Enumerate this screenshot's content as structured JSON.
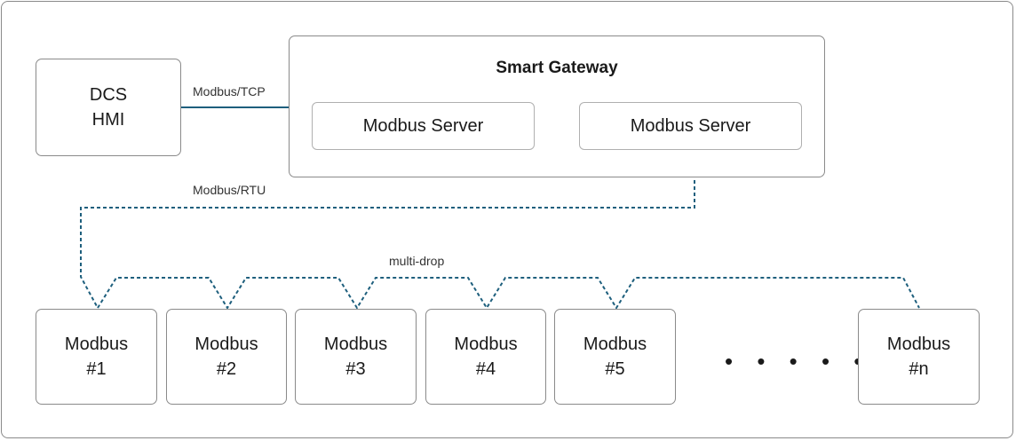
{
  "colors": {
    "accent": "#1e5f7d",
    "border": "#8a8a8a"
  },
  "dcs_hmi": {
    "line1": "DCS",
    "line2": "HMI"
  },
  "gateway": {
    "title": "Smart Gateway",
    "server_left": "Modbus Server",
    "server_right": "Modbus Server"
  },
  "links": {
    "tcp": "Modbus/TCP",
    "rtu": "Modbus/RTU",
    "multidrop": "multi-drop"
  },
  "devices": [
    {
      "line1": "Modbus",
      "line2": "#1"
    },
    {
      "line1": "Modbus",
      "line2": "#2"
    },
    {
      "line1": "Modbus",
      "line2": "#3"
    },
    {
      "line1": "Modbus",
      "line2": "#4"
    },
    {
      "line1": "Modbus",
      "line2": "#5"
    },
    {
      "line1": "Modbus",
      "line2": "#n"
    }
  ],
  "ellipsis": "• • • • •"
}
